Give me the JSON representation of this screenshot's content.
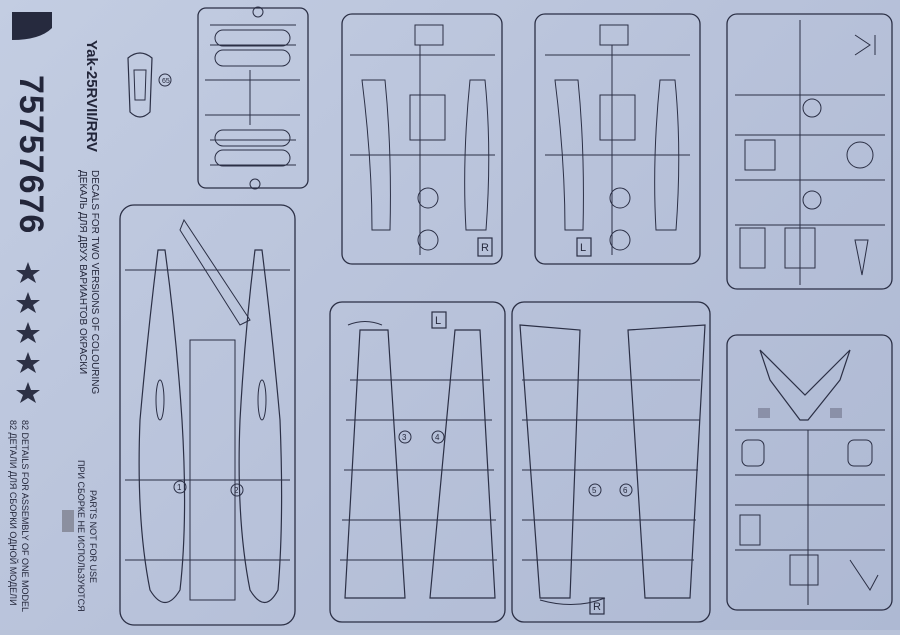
{
  "decal_sheet": {
    "model_name": "Yak-25RVII/RRV",
    "serials": [
      "75",
      "75",
      "76",
      "76"
    ],
    "note_en": "DECALS FOR TWO VERSIONS OF COLOURING",
    "note_ru": "ДЕКАЛЬ ДЛЯ ДВУХ ВАРИАНТОВ ОКРАСКИ"
  },
  "assembly": {
    "details_en": "82 DETAILS FOR ASSEMBLY OF ONE MODEL",
    "details_ru": "82 ДЕТАЛИ ДЛЯ СБОРКИ ОДНОЙ МОДЕЛИ",
    "legend_en": "PARTS NOT FOR USE",
    "legend_ru": "ПРИ СБОРКЕ НЕ ИСПОЛЬЗУЮТСЯ"
  },
  "sprue_markers": {
    "left": "L",
    "right": "R"
  },
  "part_numbers": {
    "fuselage_left": "1",
    "fuselage_right": "2",
    "wing_a": "3",
    "wing_b": "4",
    "wing_c": "5",
    "wing_d": "6",
    "canopy": "65"
  }
}
